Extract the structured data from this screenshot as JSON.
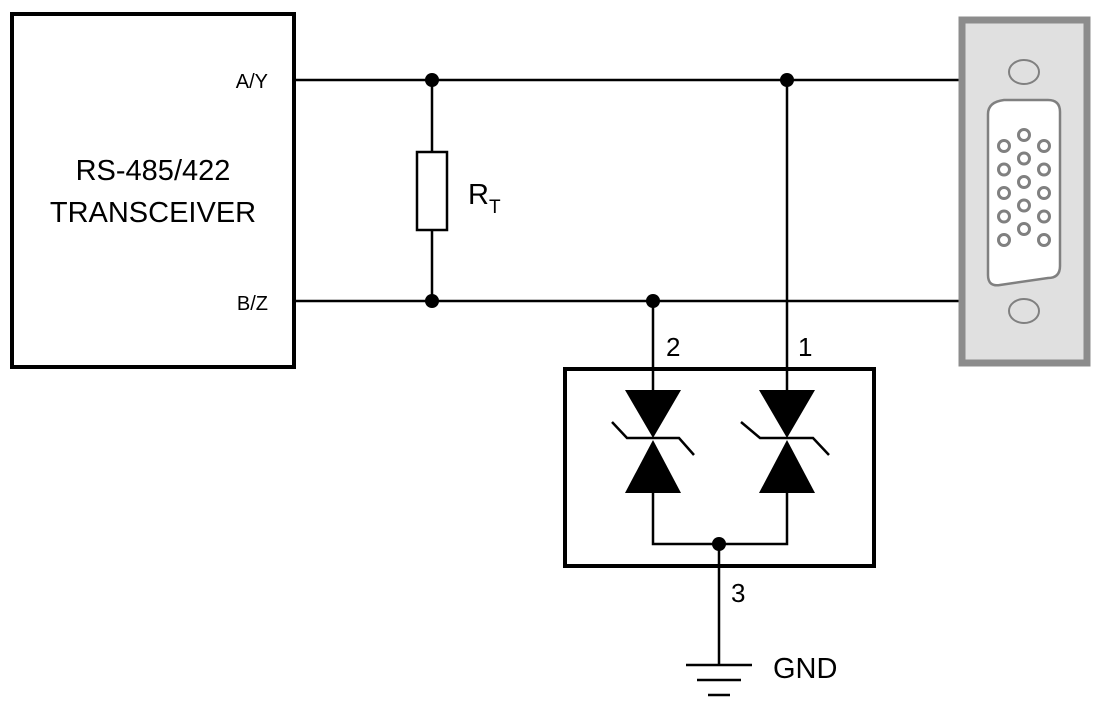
{
  "transceiver": {
    "line1": "RS-485/422",
    "line2": "TRANSCEIVER",
    "pin_a": "A/Y",
    "pin_b": "B/Z"
  },
  "resistor": {
    "label": "R",
    "subscript": "T"
  },
  "tvs_device": {
    "pin1": "1",
    "pin2": "2",
    "pin3": "3"
  },
  "ground": {
    "label": "GND"
  },
  "connector": {
    "type": "DB-15 (3-row, 15-pin)",
    "pin_count": 15
  },
  "colors": {
    "line": "#000000",
    "connector_frame": "#8c8c8c",
    "connector_face": "#e0e0e0",
    "connector_pin": "#808080"
  }
}
